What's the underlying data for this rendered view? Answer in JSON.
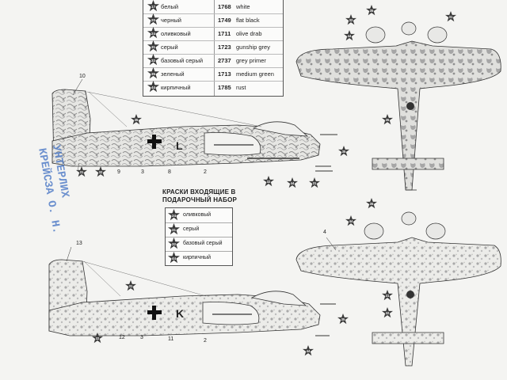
{
  "legend": {
    "rows": [
      {
        "num": "17",
        "ru": "белый",
        "code": "1768",
        "en": "white"
      },
      {
        "num": "20",
        "ru": "черный",
        "code": "1749",
        "en": "flat black"
      },
      {
        "num": "24",
        "ru": "оливковый",
        "code": "1711",
        "en": "olive drab"
      },
      {
        "num": "31",
        "ru": "серый",
        "code": "1723",
        "en": "gunship grey"
      },
      {
        "num": "32",
        "ru": "базовый серый",
        "code": "2737",
        "en": "grey primer"
      },
      {
        "num": "35",
        "ru": "зеленый",
        "code": "1713",
        "en": "medium green"
      },
      {
        "num": "44",
        "ru": "кирпичный",
        "code": "1785",
        "en": "rust"
      }
    ]
  },
  "gift": {
    "title": "КРАСКИ ВХОДЯЩИЕ В ПОДАРОЧНЫЙ НАБОР",
    "rows": [
      {
        "num": "24",
        "ru": "оливковый"
      },
      {
        "num": "31",
        "ru": "серый"
      },
      {
        "num": "32",
        "ru": "базовый серый"
      },
      {
        "num": "44",
        "ru": "кирпичный"
      }
    ]
  },
  "stamp": {
    "line1": "УНТЕРЛИХ",
    "line2": "КРЕЙСЗА О. Н."
  },
  "upper_profile": {
    "marking": "L",
    "part_numbers": [
      "10",
      "9",
      "3",
      "8",
      "2"
    ],
    "callouts": [
      "35",
      "31",
      "32",
      "35",
      "32",
      "44",
      "31"
    ]
  },
  "lower_profile": {
    "marking": "K",
    "part_numbers": [
      "13",
      "12",
      "3",
      "11",
      "2"
    ],
    "callouts": [
      "31",
      "32",
      "35",
      "44"
    ]
  },
  "upper_plan": {
    "callouts": [
      "35",
      "32",
      "44",
      "31",
      "35"
    ]
  },
  "lower_plan": {
    "part_numbers": [
      "4"
    ],
    "callouts": [
      "35",
      "44",
      "31",
      "32"
    ]
  },
  "colors": {
    "star": "#3a3a3a",
    "line": "#333333",
    "camo": "#b9b9b9",
    "stamp": "#3f6fc2"
  }
}
